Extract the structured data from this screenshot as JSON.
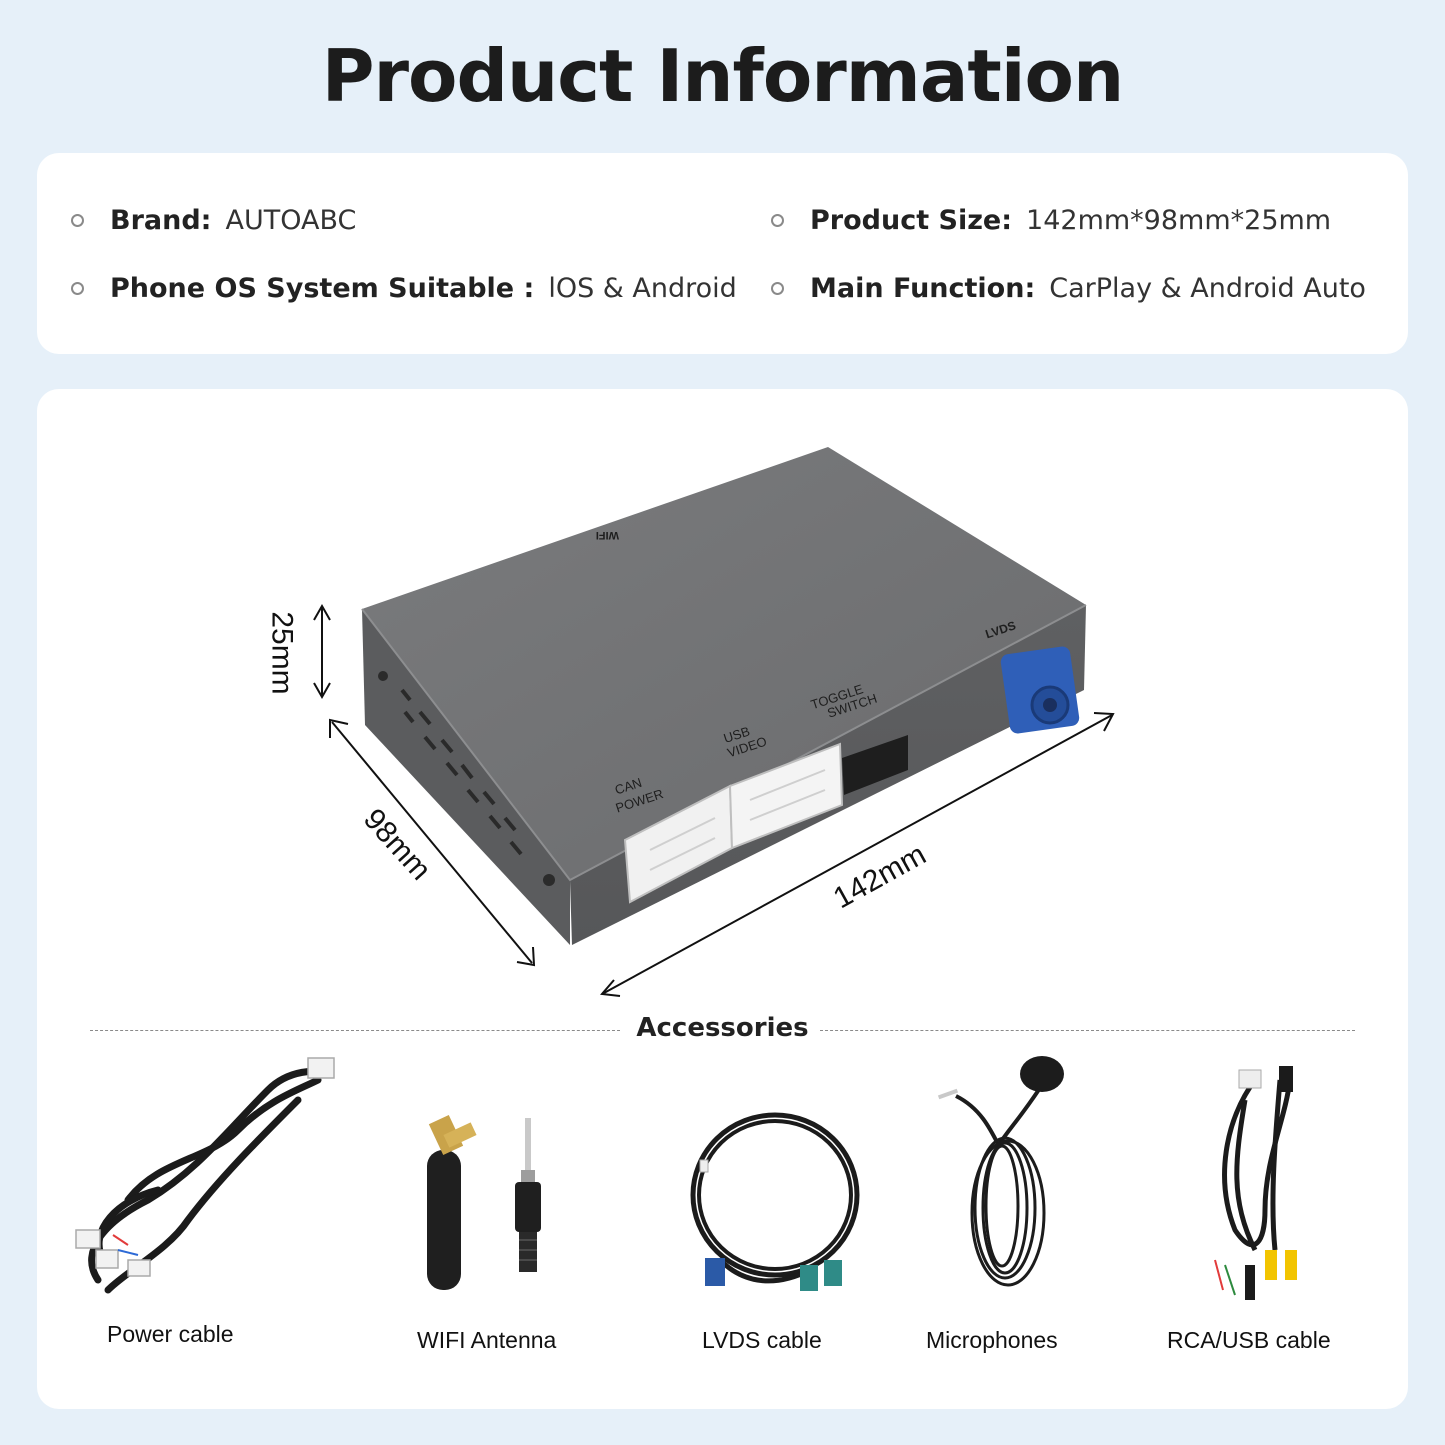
{
  "title": "Product Information",
  "info": {
    "brand_label": "Brand:",
    "brand_value": "AUTOABC",
    "size_label": "Product Size:",
    "size_value": "142mm*98mm*25mm",
    "os_label": "Phone OS System Suitable :",
    "os_value": "lOS & Android",
    "function_label": "Main Function:",
    "function_value": "CarPlay & Android Auto"
  },
  "product": {
    "wifi_label": "WIFI",
    "lvds_label": "LVDS",
    "toggle_label_1": "TOGGLE",
    "toggle_label_2": "SWITCH",
    "usb_label_1": "USB",
    "usb_label_2": "VIDEO",
    "can_label_1": "CAN",
    "can_label_2": "POWER"
  },
  "dimensions": {
    "height": "25mm",
    "depth": "98mm",
    "width": "142mm"
  },
  "accessories": {
    "title": "Accessories",
    "items": [
      {
        "label": "Power cable"
      },
      {
        "label": "WIFI Antenna"
      },
      {
        "label": "LVDS cable"
      },
      {
        "label": "Microphones"
      },
      {
        "label": "RCA/USB cable"
      }
    ]
  },
  "colors": {
    "background": "#e6f0f9",
    "card": "#ffffff",
    "box_gray": "#6f7072",
    "connector_blue": "#2f5fb8",
    "connector_white": "#f4f4f4"
  }
}
